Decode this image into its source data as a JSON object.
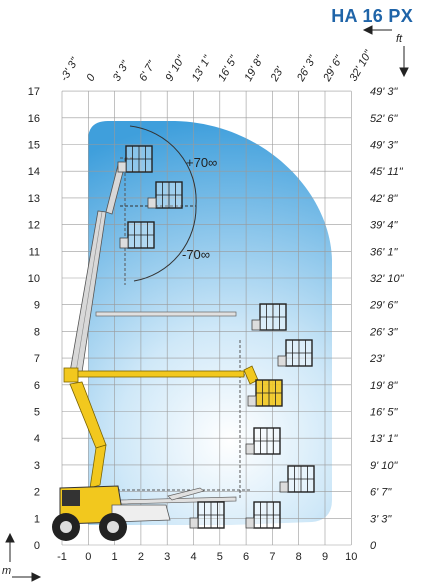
{
  "title": "HA 16 PX",
  "units": {
    "feet": "ft",
    "meters": "m"
  },
  "angles": {
    "upper": "+70∞",
    "lower": "-70∞"
  },
  "axes": {
    "bottom_m": [
      "-1",
      "0",
      "1",
      "2",
      "3",
      "4",
      "5",
      "6",
      "7",
      "8",
      "9",
      "10"
    ],
    "left_m": [
      "0",
      "1",
      "2",
      "3",
      "4",
      "5",
      "6",
      "7",
      "8",
      "9",
      "10",
      "11",
      "12",
      "13",
      "14",
      "15",
      "16",
      "17"
    ],
    "top_ft": [
      "-3' 3\"",
      "0",
      "3' 3\"",
      "6' 7\"",
      "9' 10\"",
      "13' 1\"",
      "16' 5\"",
      "19' 8\"",
      "23'",
      "26' 3\"",
      "29' 6\"",
      "32' 10\""
    ],
    "right_ft": [
      "0",
      "3' 3\"",
      "6' 7\"",
      "9' 10\"",
      "13' 1\"",
      "16' 5\"",
      "19' 8\"",
      "23'",
      "26' 3\"",
      "29' 6\"",
      "32' 10\"",
      "36' 1\"",
      "39' 4\"",
      "42' 8\"",
      "45' 11\"",
      "49' 3\"",
      "52' 6\"",
      "49' 3\""
    ]
  },
  "colors": {
    "title": "#1f64a8",
    "envelope": "#3f9fdc",
    "boom": "#f2c81e",
    "grid": "#9a9a9a"
  }
}
